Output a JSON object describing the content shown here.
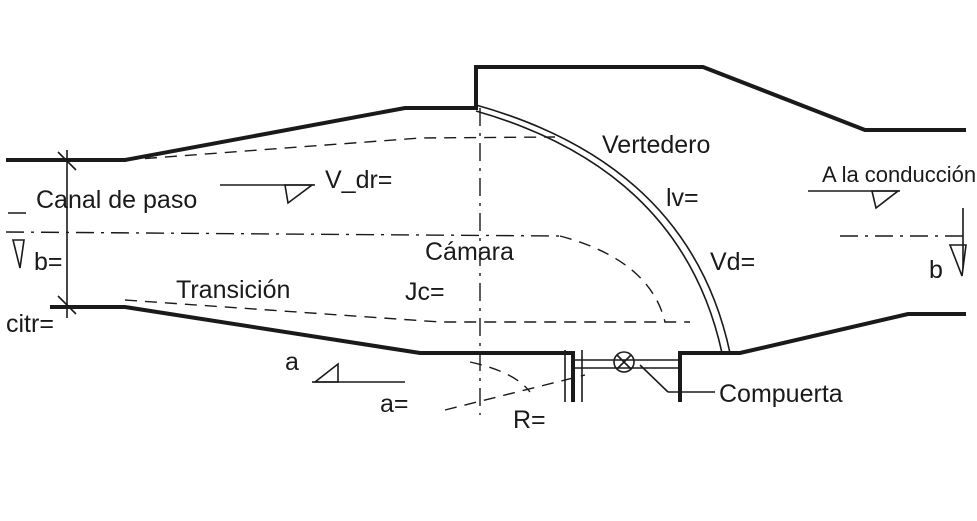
{
  "labels": {
    "canal_de_paso": "Canal de paso",
    "v_dr": "V_dr=",
    "vertedero": "Vertedero",
    "a_la_conduccion": "A la conducción",
    "lv": "lv=",
    "b_left": "b=",
    "camara": "Cámara",
    "vd": "Vd=",
    "b_right": "b",
    "transicion": "Transición",
    "jc": "Jc=",
    "citr": "citr=",
    "a_top": "a",
    "a_eq": "a=",
    "r_eq": "R=",
    "compuerta": "Compuerta"
  }
}
